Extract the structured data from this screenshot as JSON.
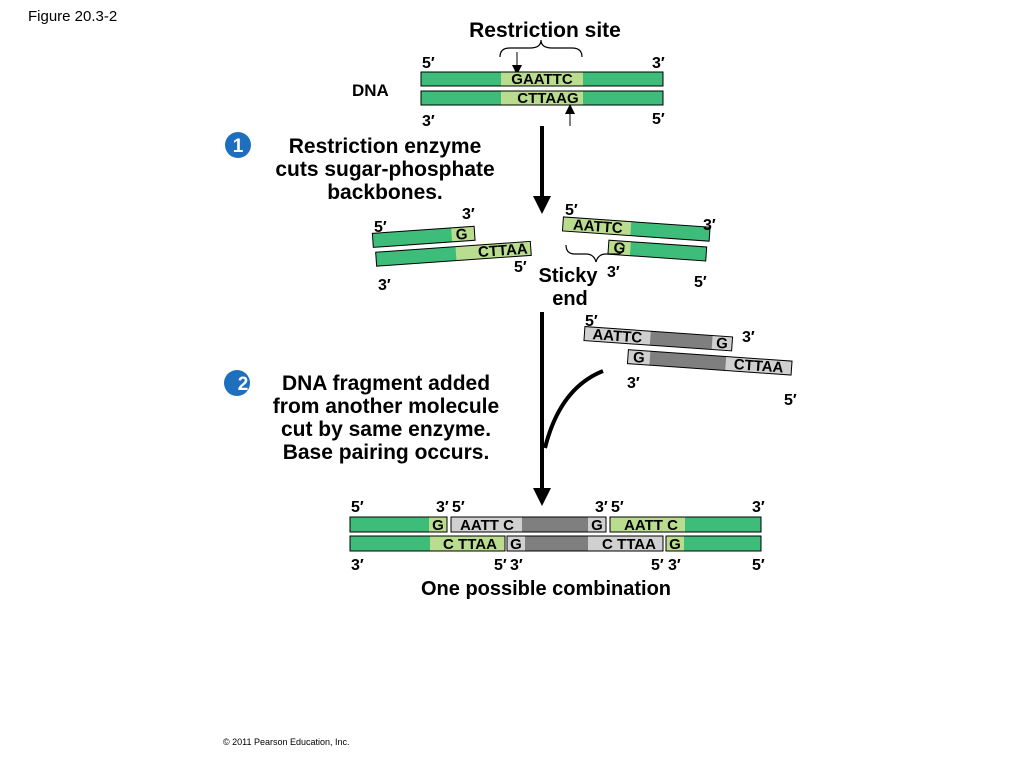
{
  "figure_label": "Figure 20.3-2",
  "restriction_site_label": "Restriction site",
  "dna_label": "DNA",
  "ends": {
    "five": "5′",
    "three": "3′"
  },
  "colors": {
    "dna_green": "#3dbd79",
    "site_light": "#b9dc8e",
    "foreign_gray": "#7f7f7f",
    "foreign_light": "#d0d0d0",
    "step_blue": "#1e6fbe"
  },
  "top_strand": {
    "seq": "GAATTC"
  },
  "bottom_strand": {
    "seq": "CTTAAG"
  },
  "step1": {
    "number": "1",
    "lines": [
      "Restriction enzyme",
      "cuts sugar-phosphate",
      "backbones."
    ]
  },
  "left_fragment": {
    "top_seq": "G",
    "bottom_seq": "CTTAA"
  },
  "right_fragment": {
    "top_seq": "AATTC",
    "bottom_seq": "G"
  },
  "sticky_end_lines": [
    "Sticky",
    "end"
  ],
  "foreign_fragment": {
    "top_left": "AATTC",
    "top_right": "G",
    "bottom_left": "G",
    "bottom_right": "CTTAA"
  },
  "step2": {
    "number": "2",
    "lines": [
      "DNA fragment added",
      "from another molecule",
      "cut by same enzyme.",
      "Base pairing occurs."
    ]
  },
  "combined": {
    "top_seqs": [
      "G",
      "AATT C",
      "G",
      "AATT C"
    ],
    "bottom_seqs": [
      "C TTAA",
      "G",
      "C TTAA",
      "G"
    ]
  },
  "combination_caption": "One possible combination",
  "copyright": "© 2011 Pearson Education, Inc."
}
